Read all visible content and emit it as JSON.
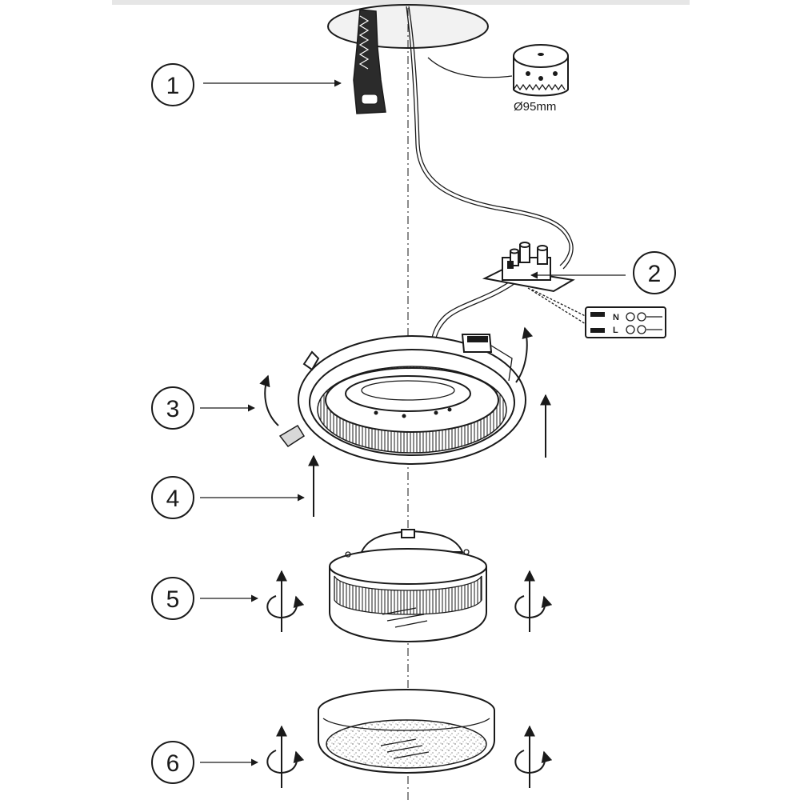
{
  "steps": [
    {
      "label": "1"
    },
    {
      "label": "2"
    },
    {
      "label": "3"
    },
    {
      "label": "4"
    },
    {
      "label": "5"
    },
    {
      "label": "6"
    }
  ],
  "hole_saw": {
    "diameter": "Ø95mm"
  },
  "terminal": {
    "row1": "N",
    "row2": "L"
  },
  "colors": {
    "line": "#1a1a1a",
    "background": "#ffffff",
    "top_band": "#e6e6e6"
  }
}
